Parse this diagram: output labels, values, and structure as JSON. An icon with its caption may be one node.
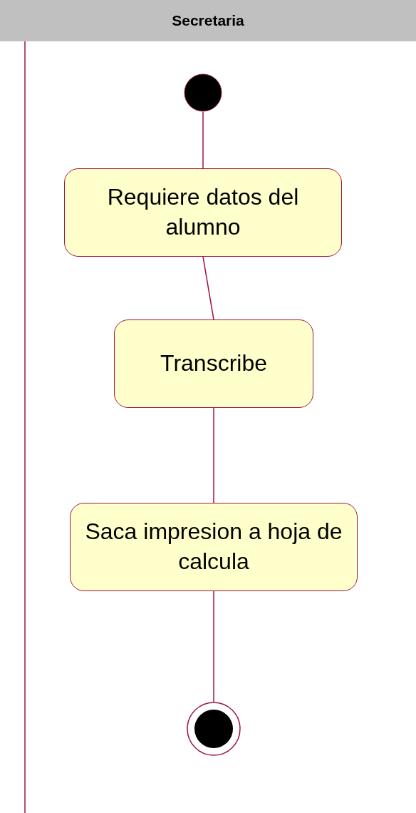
{
  "diagram": {
    "nodes": [
      {
        "text": [
          "Secretaria"
        ]
      },
      {
        "text": [],
        "shape": "circle"
      },
      {
        "text": [
          "Requiere datos del alumno"
        ]
      },
      {
        "text": [
          "Transcribe"
        ]
      },
      {
        "text": [
          "Saca impresion a hoja de calcula"
        ]
      },
      {
        "text": [],
        "shape": "circle"
      }
    ],
    "edges": [
      {
        "from": 1,
        "to": 2,
        "arrow": "none"
      },
      {
        "from": 2,
        "to": 3,
        "arrow": "none"
      },
      {
        "from": 3,
        "to": 4,
        "arrow": "none"
      },
      {
        "from": 4,
        "to": 5,
        "arrow": "none"
      }
    ]
  }
}
